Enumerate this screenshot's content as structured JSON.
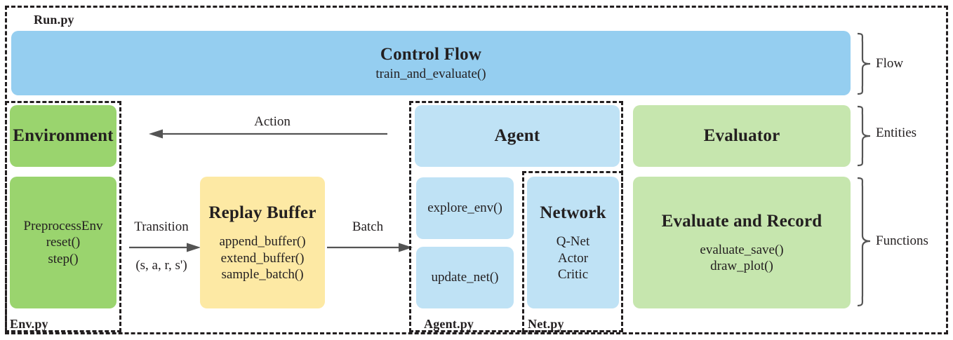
{
  "diagram": {
    "title_module": "Run.py",
    "modules": [
      {
        "name": "run",
        "label": "Run.py"
      },
      {
        "name": "env",
        "label": "Env.py"
      },
      {
        "name": "agent",
        "label": "Agent.py"
      },
      {
        "name": "net",
        "label": "Net.py"
      }
    ],
    "boxes": {
      "control_flow": {
        "title": "Control Flow",
        "sub": "train_and_evaluate()",
        "color": "#95cef0"
      },
      "environment": {
        "title": "Environment",
        "color": "#9ad46e"
      },
      "preprocess_env": {
        "line1": "PreprocessEnv",
        "line2": "reset()",
        "line3": "step()",
        "color": "#9ad46e"
      },
      "replay_buffer": {
        "title": "Replay Buffer",
        "line1": "append_buffer()",
        "line2": "extend_buffer()",
        "line3": "sample_batch()",
        "color": "#fde9a4"
      },
      "agent": {
        "title": "Agent",
        "color": "#bfe2f5"
      },
      "explore_env": {
        "label": "explore_env()",
        "color": "#bfe2f5"
      },
      "update_net": {
        "label": "update_net()",
        "color": "#bfe2f5"
      },
      "network": {
        "title": "Network",
        "line1": "Q-Net",
        "line2": "Actor",
        "line3": "Critic",
        "color": "#bfe2f5"
      },
      "evaluator": {
        "title": "Evaluator",
        "color": "#c6e6ae"
      },
      "evaluate_and_record": {
        "title": "Evaluate and Record",
        "line1": "evaluate_save()",
        "line2": "draw_plot()",
        "color": "#c6e6ae"
      }
    },
    "edges": [
      {
        "name": "action",
        "label": "Action",
        "sublabel": "",
        "direction": "left"
      },
      {
        "name": "transition",
        "label": "Transition",
        "sublabel": "(s, a, r, s')",
        "direction": "right"
      },
      {
        "name": "batch",
        "label": "Batch",
        "sublabel": "",
        "direction": "right"
      }
    ],
    "braces": [
      {
        "name": "flow",
        "label": "Flow"
      },
      {
        "name": "entities",
        "label": "Entities"
      },
      {
        "name": "functions",
        "label": "Functions"
      }
    ],
    "colors": {
      "blue_strong": "#95cef0",
      "blue_light": "#bfe2f5",
      "green_strong": "#9ad46e",
      "green_light": "#c6e6ae",
      "yellow": "#fde9a4",
      "stroke": "#231f20",
      "connector": "#545454"
    }
  }
}
